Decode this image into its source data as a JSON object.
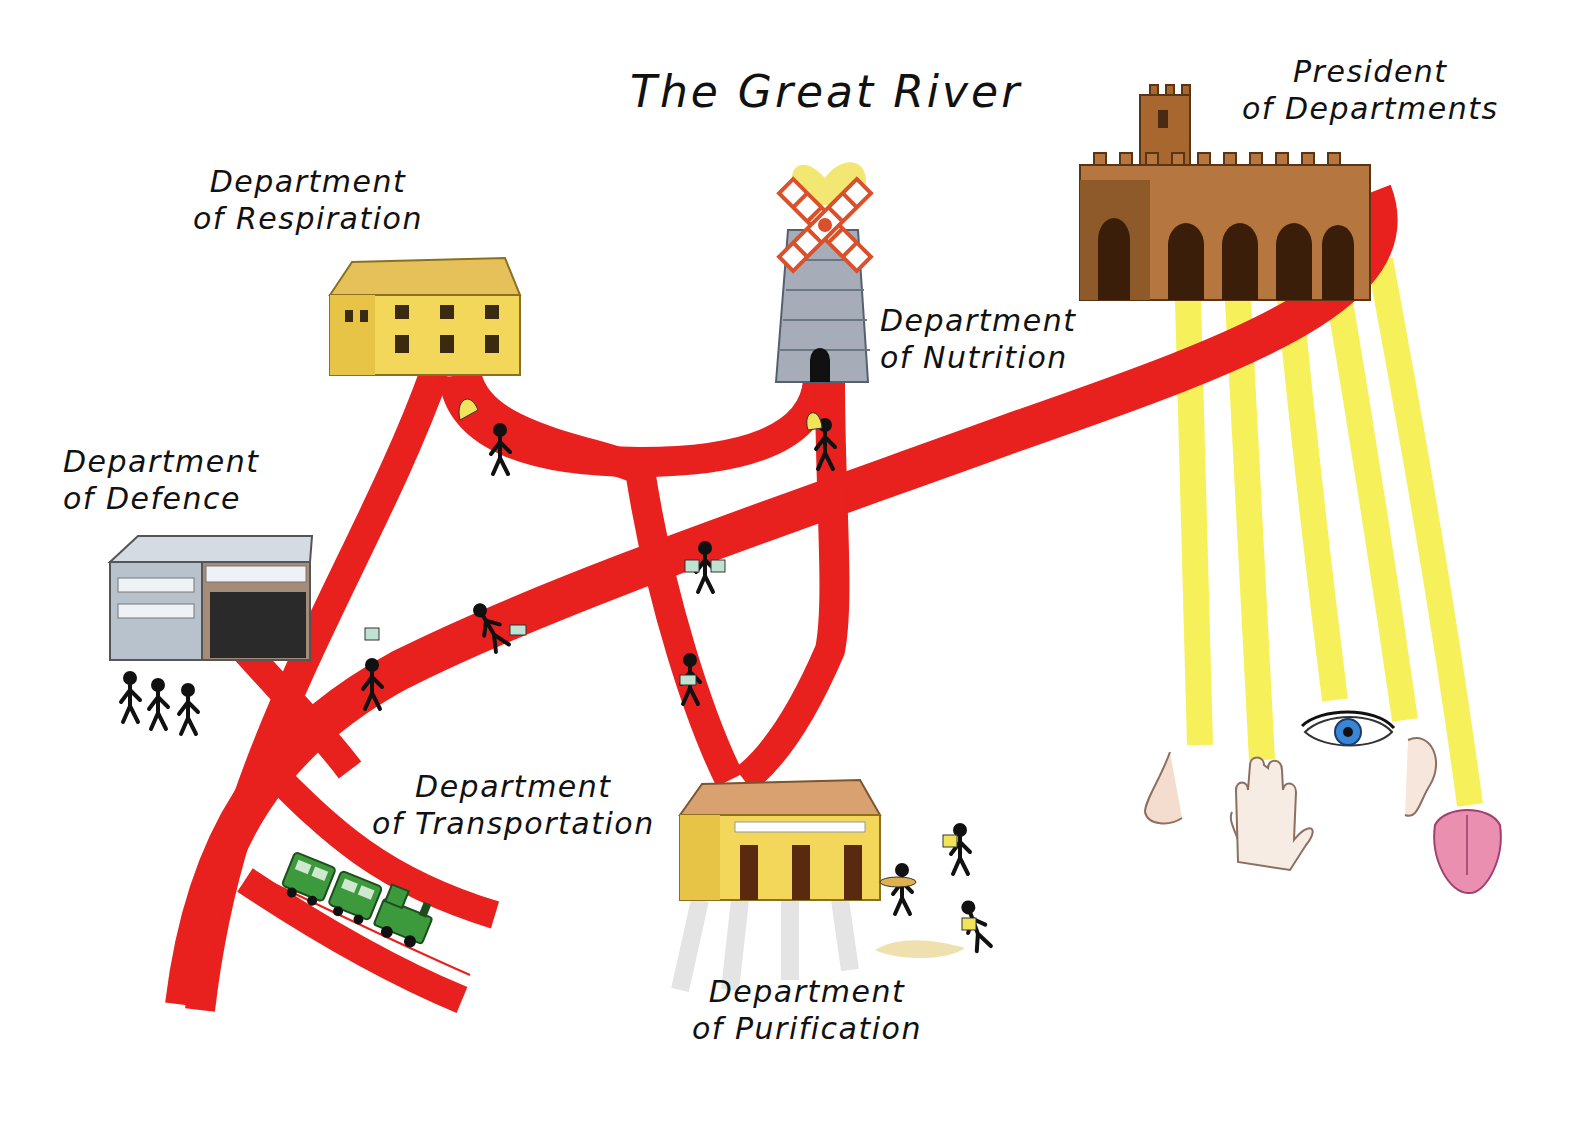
{
  "diagram": {
    "title": "The Great River",
    "nodes": [
      {
        "text": [
          "President of Departments"
        ]
      },
      {
        "text": [
          "Department of Respiration"
        ]
      },
      {
        "text": [
          "Department of Nutrition"
        ]
      },
      {
        "text": [
          "Department of Defence"
        ]
      },
      {
        "text": [
          "Department of Transportation"
        ]
      },
      {
        "text": [
          "Department of Purification"
        ]
      }
    ],
    "edges": [
      {
        "from": 1,
        "to": 2,
        "arrow": "none"
      },
      {
        "from": 2,
        "to": 5,
        "arrow": "none"
      },
      {
        "from": 1,
        "to": 5,
        "arrow": "none"
      }
    ]
  }
}
